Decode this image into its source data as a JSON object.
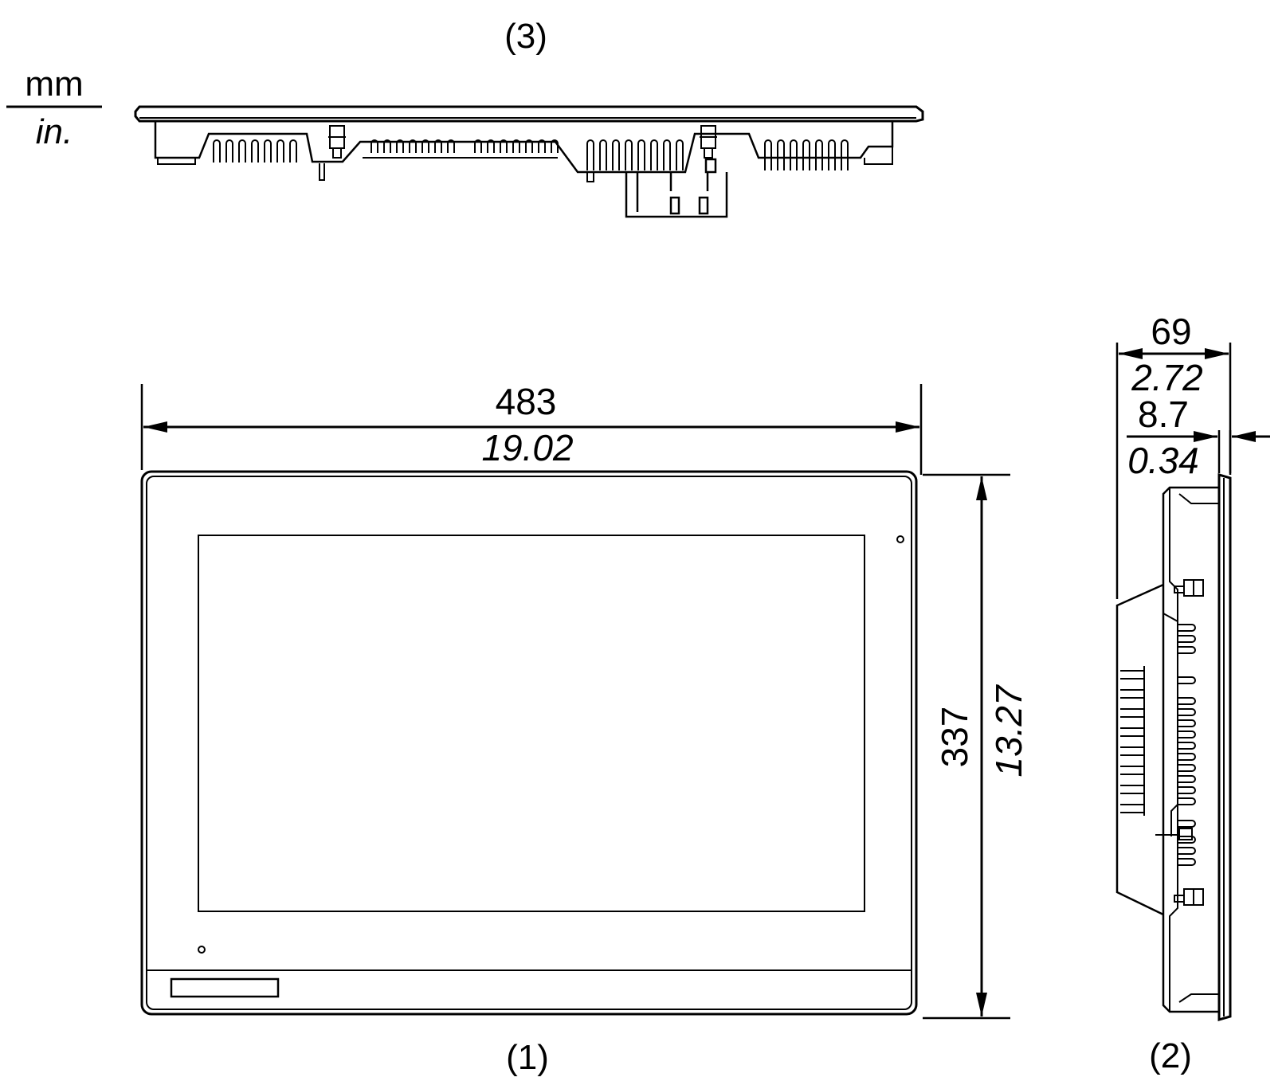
{
  "units": {
    "primary": "mm",
    "secondary": "in."
  },
  "views": {
    "front": "(1)",
    "side": "(2)",
    "top": "(3)"
  },
  "dimensions": {
    "width": {
      "mm": "483",
      "in": "19.02"
    },
    "height": {
      "mm": "337",
      "in": "13.27"
    },
    "depth": {
      "mm": "69",
      "in": "2.72"
    },
    "bezel": {
      "mm": "8.7",
      "in": "0.34"
    }
  },
  "colors": {
    "line": "#000000",
    "background": "#ffffff"
  }
}
